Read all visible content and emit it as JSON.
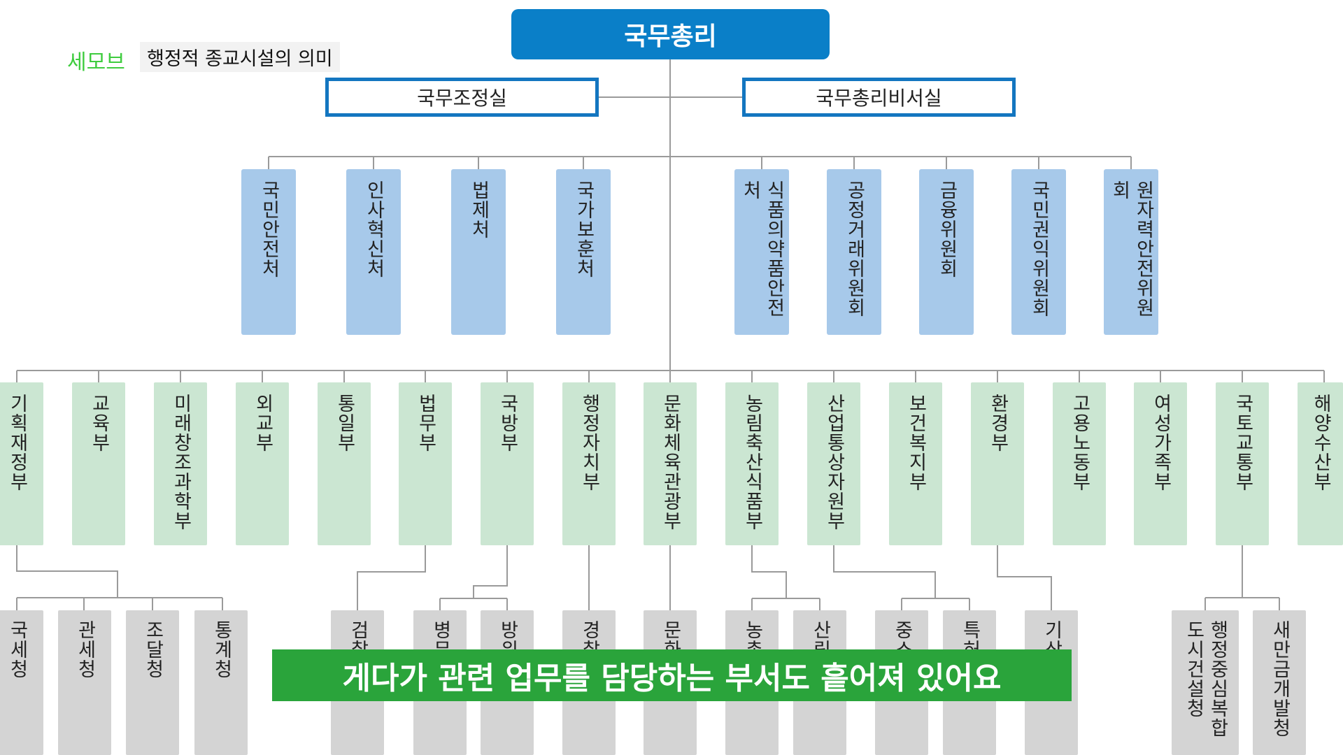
{
  "header": {
    "logo": "세모브",
    "title": "행정적 종교시설의 의미"
  },
  "subtitle": "게다가 관련 업무를 담당하는 부서도 흩어져 있어요",
  "colors": {
    "root": "#0a7fc8",
    "office_border": "#1376c0",
    "tier2": "#a7c9ea",
    "tier3": "#cbe6d2",
    "tier4": "#d4d4d4",
    "subtitle_bg": "#2aa43b",
    "logo": "#3fcc3f",
    "line": "#9a9a9a"
  },
  "org": {
    "root": "국무총리",
    "offices": [
      "국무조정실",
      "국무총리비서실"
    ],
    "tier2": [
      "국민안전처",
      "인사혁신처",
      "법제처",
      "국가보훈처",
      "식품의약품안전처",
      "공정거래위원회",
      "금융위원회",
      "국민권익위원회",
      "원자력안전위원회"
    ],
    "ministries": [
      "기획재정부",
      "교육부",
      "미래창조과학부",
      "외교부",
      "통일부",
      "법무부",
      "국방부",
      "행정자치부",
      "문화체육관광부",
      "농림축산식품부",
      "산업통상자원부",
      "보건복지부",
      "환경부",
      "고용노동부",
      "여성가족부",
      "국토교통부",
      "해양수산부"
    ],
    "agencies": [
      "국세청",
      "관세청",
      "조달청",
      "통계청",
      "검찰",
      "병무",
      "방위청",
      "경찰",
      "문화",
      "농촌청",
      "산림",
      "중소청",
      "특허",
      "기상",
      "행정중심복합 도시건설청",
      "새만금개발청"
    ]
  }
}
